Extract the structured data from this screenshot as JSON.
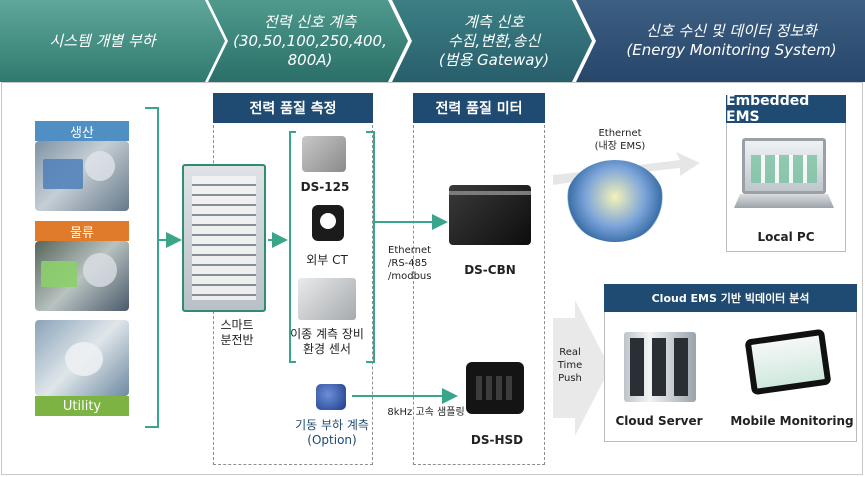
{
  "header": {
    "step1": "시스템 개별 부하",
    "step2_line1": "전력 신호 계측",
    "step2_line2": "(30,50,100,250,400,",
    "step2_line3": "800A)",
    "step3_line1": "계측 신호",
    "step3_line2": "수집,변환,송신",
    "step3_line3": "(범용 Gateway)",
    "step4_line1": "신호 수신 및 데이터 정보화",
    "step4_line2": "(Energy Monitoring System)"
  },
  "loads": {
    "production": "생산",
    "logistics": "물류",
    "utility": "Utility"
  },
  "measure": {
    "title": "전력 품질 측정",
    "smart_panel_line1": "스마트",
    "smart_panel_line2": "분전반",
    "ds125": "DS-125",
    "external_ct": "외부 CT",
    "hetero_line1": "이종 계측 장비",
    "hetero_line2": "환경 센서",
    "motor_line1": "기동 부하 계측",
    "motor_line2": "(Option)"
  },
  "meter": {
    "title": "전력 품질 미터",
    "ethernet_line1": "Ethernet",
    "ethernet_line2": "/RS-485",
    "ethernet_line3": "/modbus",
    "ds_cbn": "DS-CBN",
    "sampling": "8kHz 고속 샘플링",
    "ds_hsd": "DS-HSD"
  },
  "ems": {
    "ethernet_label_line1": "Ethernet",
    "ethernet_label_line2": "(내장 EMS)",
    "embedded_title": "Embedded EMS",
    "local_pc": "Local PC",
    "realtime_line1": "Real",
    "realtime_line2": "Time",
    "realtime_line3": "Push",
    "cloud_title": "Cloud EMS 기반 빅데이터 분석",
    "cloud_server": "Cloud Server",
    "mobile_monitoring": "Mobile Monitoring"
  },
  "colors": {
    "production_bar": "#4f8fc4",
    "logistics_bar": "#e07b2c",
    "utility_bar": "#7cb342",
    "tab_navy": "#1f4a72",
    "arrow_green": "#3aa58a"
  }
}
